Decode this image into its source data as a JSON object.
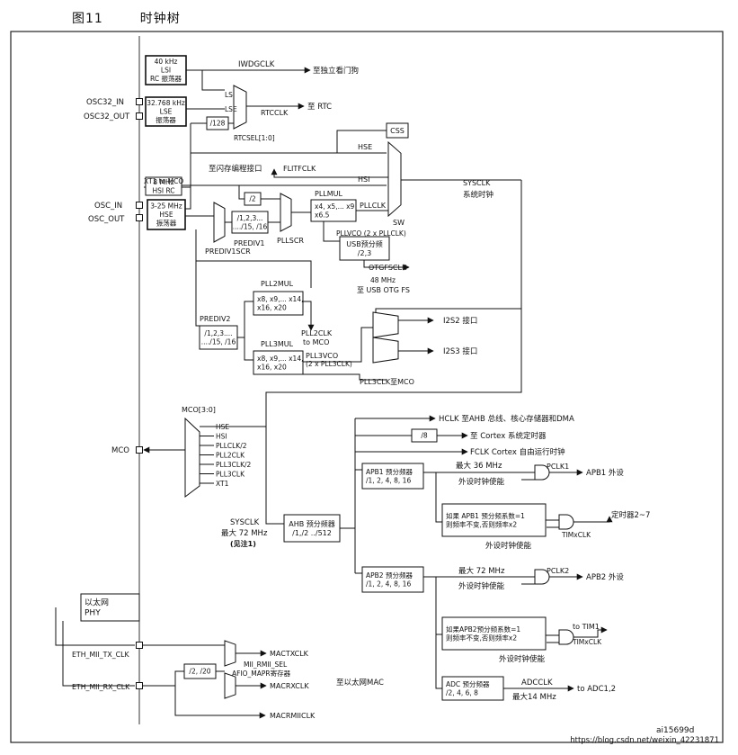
{
  "header": {
    "figure_number": "图11",
    "figure_title": "时钟树"
  },
  "nodes": {
    "lsi_osc": [
      "40 kHz",
      "LSI",
      "RC 振荡器"
    ],
    "lse_osc": [
      "32.768 kHz",
      "LSE",
      "振荡器"
    ],
    "hsi_osc": [
      "8 MHz",
      "HSI RC"
    ],
    "hse_osc": [
      "3-25 MHz",
      "HSE",
      "振荡器"
    ],
    "div128": "/128",
    "div2_hsi": "/2",
    "css": "CSS",
    "prediv1": [
      "/1,2,3...",
      "..../15, /16"
    ],
    "pllmul": [
      "x4, x5,... x9",
      "x6.5"
    ],
    "usb_prescaler": [
      "USB预分频",
      "/2,3"
    ],
    "prediv2": [
      "/1,2,3....",
      "..../15, /16"
    ],
    "pll2mul": [
      "x8, x9,... x14,",
      "x16, x20"
    ],
    "pll3mul": [
      "x8, x9,... x14,",
      "x16, x20"
    ],
    "div8": "/8",
    "ahb_prescaler": [
      "AHB 预分频器",
      "/1,/2 ../512"
    ],
    "apb1_prescaler": [
      "APB1 预分频器",
      "/1, 2, 4, 8, 16"
    ],
    "apb1_timer_mul": [
      "如果 APB1 预分频系数=1",
      "则频率不变,否则频率x2"
    ],
    "apb2_prescaler": [
      "APB2 预分频器",
      "/1, 2, 4, 8, 16"
    ],
    "apb2_timer_mul": [
      "如果APB2预分频系数=1",
      "则频率不变,否则频率x2"
    ],
    "adc_prescaler": [
      "ADC 预分频器",
      "/2, 4, 6, 8"
    ],
    "eth_phy": [
      "以太网",
      "PHY"
    ],
    "eth_div": "/2, /20"
  },
  "labels": {
    "iwdgclk": "IWDGCLK",
    "to_iwdg": "至独立看门狗",
    "lsi": "LSI",
    "lse": "LSE",
    "rtcclk": "RTCCLK",
    "to_rtc": "至 RTC",
    "rtcsel": "RTCSEL[1:0]",
    "hse": "HSE",
    "to_flash": "至闪存编程接口",
    "flitfclk": "FLITFCLK",
    "hsi": "HSI",
    "sysclk_top": "SYSCLK",
    "sysclk_cn": "系统时钟",
    "xt1_to_mco": "XT1 to MCO",
    "pllmul_label": "PLLMUL",
    "pllclk": "PLLCLK",
    "sw": "SW",
    "pllscr": "PLLSCR",
    "prediv1_label": "PREDIV1",
    "prediv1scr": "PREDIV1SCR",
    "pllvco": "PLLVCO (2 x PLLCLK)",
    "otgfsclk": "OTGFSCLK",
    "usb_48": "48 MHz",
    "to_usb": "至 USB OTG FS",
    "pll2mul_label": "PLL2MUL",
    "prediv2_label": "PREDIV2",
    "pll2clk": "PLL2CLK",
    "to_mco": "to MCO",
    "pll3mul_label": "PLL3MUL",
    "pll3vco": "PLL3VCO",
    "pll3vco_sub": "(2 x PLL3CLK)",
    "pll3clk_to_mco": "PLL3CLK至MCO",
    "i2s2": "I2S2 接口",
    "i2s3": "I2S3 接口",
    "osc32_in": "OSC32_IN",
    "osc32_out": "OSC32_OUT",
    "osc_in": "OSC_IN",
    "osc_out": "OSC_OUT",
    "mco": "MCO",
    "mco_sel": "MCO[3:0]",
    "mco_inputs": [
      "HSE",
      "HSI",
      "PLLCLK/2",
      "PLL2CLK",
      "PLL3CLK/2",
      "PLL3CLK",
      "XT1"
    ],
    "sysclk_bottom": [
      "SYSCLK",
      "最大 72 MHz",
      "(见注1)"
    ],
    "hclk": "HCLK 至AHB 总线、核心存储器和DMA",
    "cortex_timer": "至 Cortex 系统定时器",
    "fclk": "FCLK Cortex 自由运行时钟",
    "max36": "最大 36 MHz",
    "pclk1": "PCLK1",
    "apb1_periph": "APB1 外设",
    "periph_enable": "外设时钟使能",
    "timers_2_7": "定时器2~7",
    "timxclk": "TIMxCLK",
    "max72": "最大 72 MHz",
    "pclk2": "PCLK2",
    "apb2_periph": "APB2 外设",
    "to_tim1": "to TIM1",
    "adcclk": "ADCCLK",
    "to_adc": "to ADC1,2",
    "max14": "最大14 MHz",
    "eth_tx": "ETH_MII_TX_CLK",
    "eth_rx": "ETH_MII_RX_CLK",
    "mactxclk": "MACTXCLK",
    "macrxclk": "MACRXCLK",
    "macrmiiclk": "MACRMIICLK",
    "mii_rmii_sel": "MII_RMII_SEL",
    "afio_mapr": "AFIO_MAPR寄存器",
    "to_eth_mac": "至以太网MAC",
    "ref_id": "ai15699d"
  },
  "watermark": "https://blog.csdn.net/weixin_42231871"
}
